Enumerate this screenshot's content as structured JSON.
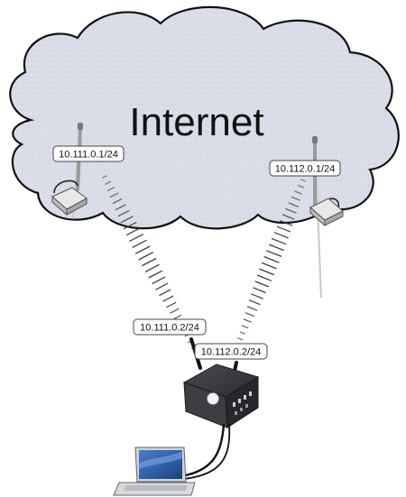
{
  "cloud": {
    "label": "Internet"
  },
  "addresses": {
    "left_ap": "10.111.0.1/24",
    "right_ap": "10.112.0.1/24",
    "router_left": "10.111.0.2/24",
    "router_right": "10.112.0.2/24"
  },
  "icons": {
    "cloud": "internet-cloud-icon",
    "left_ap": "wireless-access-point-icon",
    "right_ap": "wireless-access-point-icon",
    "router": "router-icon",
    "laptop": "laptop-icon"
  },
  "colors": {
    "cloud_fill": "#d9dde7",
    "cloud_stroke": "#111111",
    "wireless": "#3a3a3a",
    "router": "#2b2c31",
    "cable": "#111111"
  }
}
